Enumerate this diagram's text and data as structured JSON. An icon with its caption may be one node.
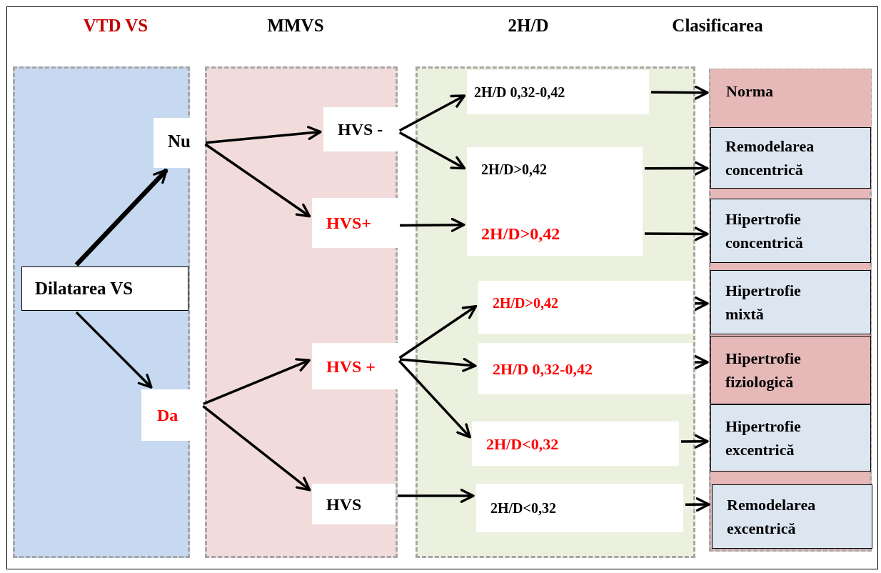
{
  "diagram": {
    "nodes": [
      {
        "text": [],
        "shape": "box"
      },
      {
        "text": [],
        "shape": "box"
      },
      {
        "text": [],
        "shape": "box"
      },
      {
        "text": [],
        "shape": "box"
      },
      {
        "text": [
          "Dilatarea VS"
        ],
        "in": 0
      },
      {
        "text": [
          "Nu"
        ],
        "in": 0
      },
      {
        "text": [
          "Da"
        ],
        "in": 0
      },
      {
        "text": [
          "HVS -"
        ],
        "in": 1
      },
      {
        "text": [
          "HVS+"
        ],
        "in": 1
      },
      {
        "text": [
          "HVS +"
        ],
        "in": 1
      },
      {
        "text": [
          "HVS"
        ],
        "in": 1
      },
      {
        "text": [
          "2H/D 0,32-0,42"
        ],
        "in": 2
      },
      {
        "text": [
          "2H/D>0,42"
        ],
        "in": 2
      },
      {
        "text": [
          "2H/D>0,42"
        ],
        "in": 2
      },
      {
        "text": [
          "2H/D>0,42"
        ],
        "in": 2
      },
      {
        "text": [
          "2H/D 0,32-0,42"
        ],
        "in": 2
      },
      {
        "text": [
          "2H/D<0,32"
        ],
        "in": 2
      },
      {
        "text": [
          "2H/D<0,32"
        ],
        "in": 2
      },
      {
        "text": [
          "Norma"
        ],
        "in": 3
      },
      {
        "text": [
          "Remodelarea concentrică"
        ],
        "in": 3
      },
      {
        "text": [
          "Hipertrofie concentrică"
        ],
        "in": 3
      },
      {
        "text": [
          "Hipertrofie mixtă"
        ],
        "in": 3
      },
      {
        "text": [
          "Hipertrofie fiziologică"
        ],
        "in": 3
      },
      {
        "text": [
          "Hipertrofie excentrică"
        ],
        "in": 3
      },
      {
        "text": [
          "Remodelarea excentrică"
        ],
        "in": 3
      }
    ],
    "edges": [
      {
        "from": 4,
        "to": 5,
        "arrow": "to",
        "style": "thick"
      },
      {
        "from": 4,
        "to": 6,
        "arrow": "to"
      },
      {
        "from": 5,
        "to": 7,
        "arrow": "to"
      },
      {
        "from": 5,
        "to": 8,
        "arrow": "to"
      },
      {
        "from": 6,
        "to": 9,
        "arrow": "to"
      },
      {
        "from": 6,
        "to": 10,
        "arrow": "to"
      },
      {
        "from": 7,
        "to": 11,
        "arrow": "to"
      },
      {
        "from": 7,
        "to": 12,
        "arrow": "to"
      },
      {
        "from": 8,
        "to": 13,
        "arrow": "to"
      },
      {
        "from": 9,
        "to": 14,
        "arrow": "to"
      },
      {
        "from": 9,
        "to": 15,
        "arrow": "to"
      },
      {
        "from": 9,
        "to": 16,
        "arrow": "to"
      },
      {
        "from": 10,
        "to": 17,
        "arrow": "to"
      },
      {
        "from": 11,
        "to": 18,
        "arrow": "to"
      },
      {
        "from": 12,
        "to": 19,
        "arrow": "to"
      },
      {
        "from": 13,
        "to": 20,
        "arrow": "to"
      },
      {
        "from": 14,
        "to": 21,
        "arrow": "to"
      },
      {
        "from": 15,
        "to": 22,
        "arrow": "to"
      },
      {
        "from": 16,
        "to": 23,
        "arrow": "to"
      },
      {
        "from": 17,
        "to": 24,
        "arrow": "to"
      }
    ],
    "labels": [
      "VTD VS",
      "MMVS",
      "2H/D",
      "Clasificarea"
    ]
  }
}
